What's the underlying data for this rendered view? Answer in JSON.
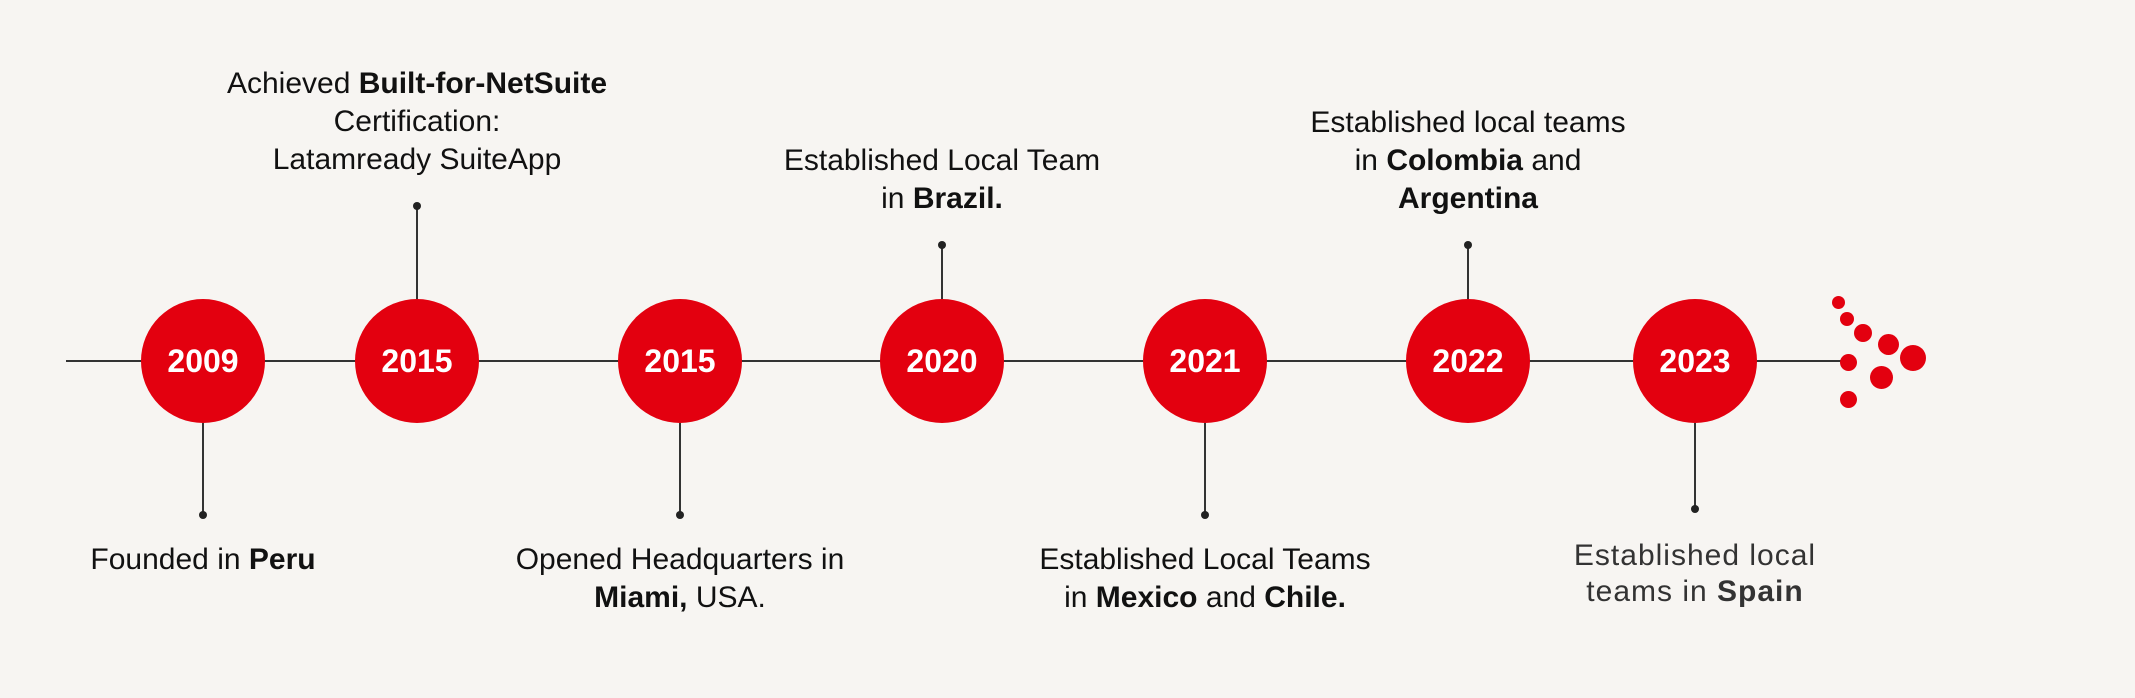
{
  "colors": {
    "background": "#f7f5f2",
    "accent": "#e3000f",
    "line": "#333333",
    "text": "#111111"
  },
  "milestones": [
    {
      "year": "2009",
      "label_position": "below",
      "label_lines": [
        [
          {
            "text": "Founded in ",
            "bold": false
          },
          {
            "text": "Peru",
            "bold": true
          }
        ]
      ]
    },
    {
      "year": "2015",
      "label_position": "above",
      "label_lines": [
        [
          {
            "text": "Achieved ",
            "bold": false
          },
          {
            "text": "Built-for-NetSuite",
            "bold": true
          }
        ],
        [
          {
            "text": "Certification:",
            "bold": false
          }
        ],
        [
          {
            "text": "Latamready SuiteApp",
            "bold": false
          }
        ]
      ]
    },
    {
      "year": "2015",
      "label_position": "below",
      "label_lines": [
        [
          {
            "text": "Opened Headquarters in",
            "bold": false
          }
        ],
        [
          {
            "text": "Miami,",
            "bold": true
          },
          {
            "text": " USA.",
            "bold": false
          }
        ]
      ]
    },
    {
      "year": "2020",
      "label_position": "above",
      "label_lines": [
        [
          {
            "text": "Established Local Team",
            "bold": false
          }
        ],
        [
          {
            "text": "in ",
            "bold": false
          },
          {
            "text": "Brazil.",
            "bold": true
          }
        ]
      ]
    },
    {
      "year": "2021",
      "label_position": "below",
      "label_lines": [
        [
          {
            "text": "Established Local Teams",
            "bold": false
          }
        ],
        [
          {
            "text": "in ",
            "bold": false
          },
          {
            "text": "Mexico",
            "bold": true
          },
          {
            "text": " and ",
            "bold": false
          },
          {
            "text": "Chile.",
            "bold": true
          }
        ]
      ]
    },
    {
      "year": "2022",
      "label_position": "above",
      "label_lines": [
        [
          {
            "text": "Established local teams",
            "bold": false
          }
        ],
        [
          {
            "text": "in ",
            "bold": false
          },
          {
            "text": "Colombia",
            "bold": true
          },
          {
            "text": " and",
            "bold": false
          }
        ],
        [
          {
            "text": "Argentina",
            "bold": true
          }
        ]
      ]
    },
    {
      "year": "2023",
      "label_position": "below",
      "label_lines": [
        [
          {
            "text": "Established local",
            "bold": false
          }
        ],
        [
          {
            "text": "teams in ",
            "bold": false
          },
          {
            "text": "Spain",
            "bold": true
          }
        ]
      ]
    }
  ],
  "brand_mark": {
    "icon": "red-dots-arrow-logo-icon"
  }
}
